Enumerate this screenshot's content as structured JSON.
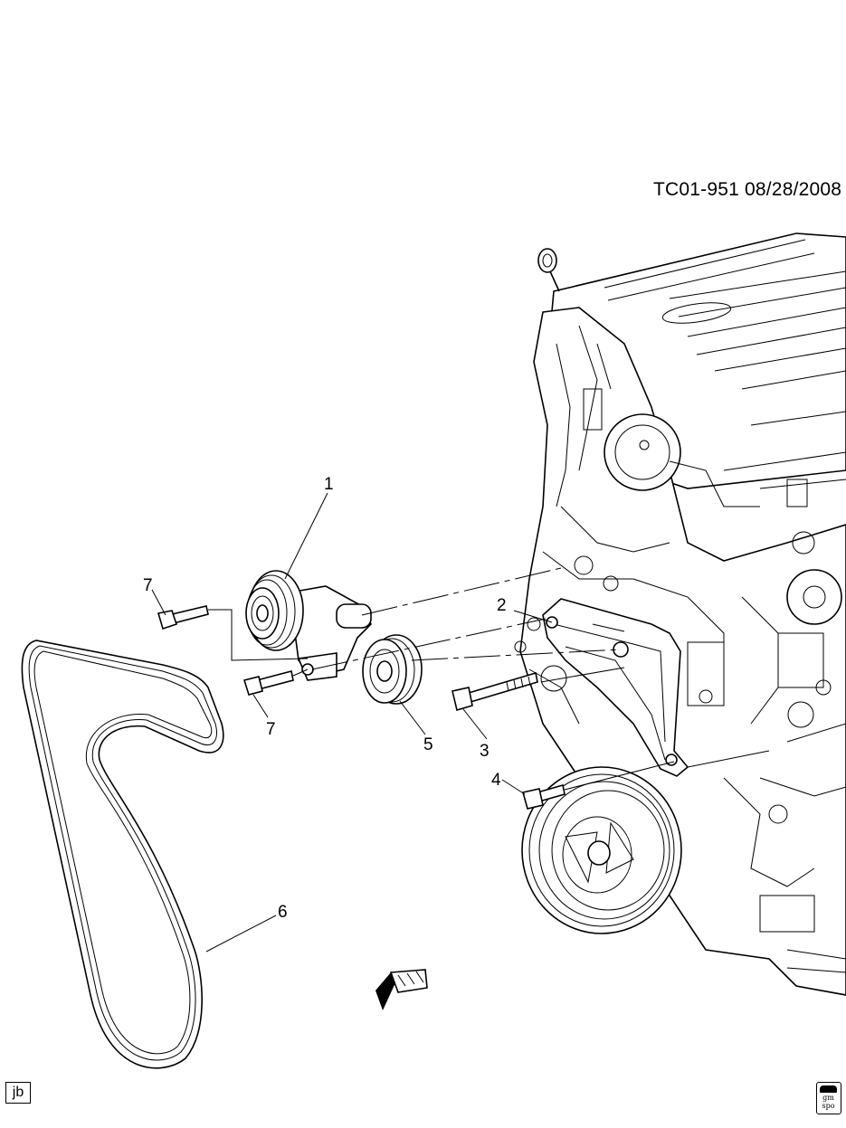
{
  "reference_id": "TC01-951  08/28/2008",
  "callouts": {
    "c1": "1",
    "c2": "2",
    "c3": "3",
    "c4": "4",
    "c5": "5",
    "c6": "6",
    "c7a": "7",
    "c7b": "7"
  },
  "corner_left": "jb",
  "corner_right_logo": "gm spo"
}
